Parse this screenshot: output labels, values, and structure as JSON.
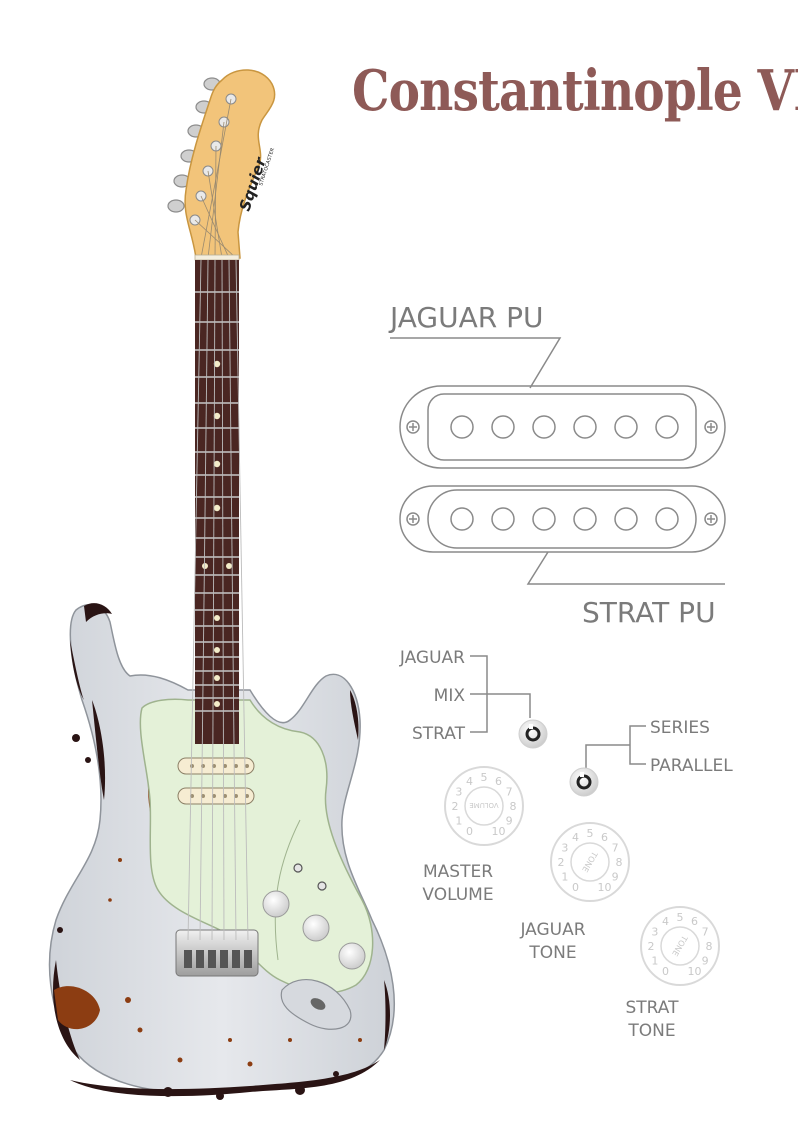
{
  "title": "Constantinople VR",
  "headstock_brand": "Squier",
  "headstock_model": "STRATOCASTER",
  "pickups": {
    "jaguar_label": "JAGUAR PU",
    "strat_label": "STRAT PU"
  },
  "pickup_selector": {
    "options": [
      "JAGUAR",
      "MIX",
      "STRAT"
    ]
  },
  "wiring_selector": {
    "options": [
      "SERIES",
      "PARALLEL"
    ]
  },
  "knobs": [
    {
      "label_line1": "MASTER",
      "label_line2": "VOLUME",
      "face_text": "VOLUME"
    },
    {
      "label_line1": "JAGUAR",
      "label_line2": "TONE",
      "face_text": "TONE"
    },
    {
      "label_line1": "STRAT",
      "label_line2": "TONE",
      "face_text": "TONE"
    }
  ],
  "knob_scale": [
    "0",
    "1",
    "2",
    "3",
    "4",
    "5",
    "6",
    "7",
    "8",
    "9",
    "10"
  ],
  "colors": {
    "title": "#8e5a57",
    "diagram_line": "#8a8a8a",
    "label_text": "#7b7b7b",
    "body_paint": "#dfe2e7",
    "pickguard": "#e4f1d8",
    "headstock": "#f2c47a",
    "fretboard": "#4a2622",
    "wear_dark": "#2a1414",
    "wear_brown": "#8c3d12"
  }
}
